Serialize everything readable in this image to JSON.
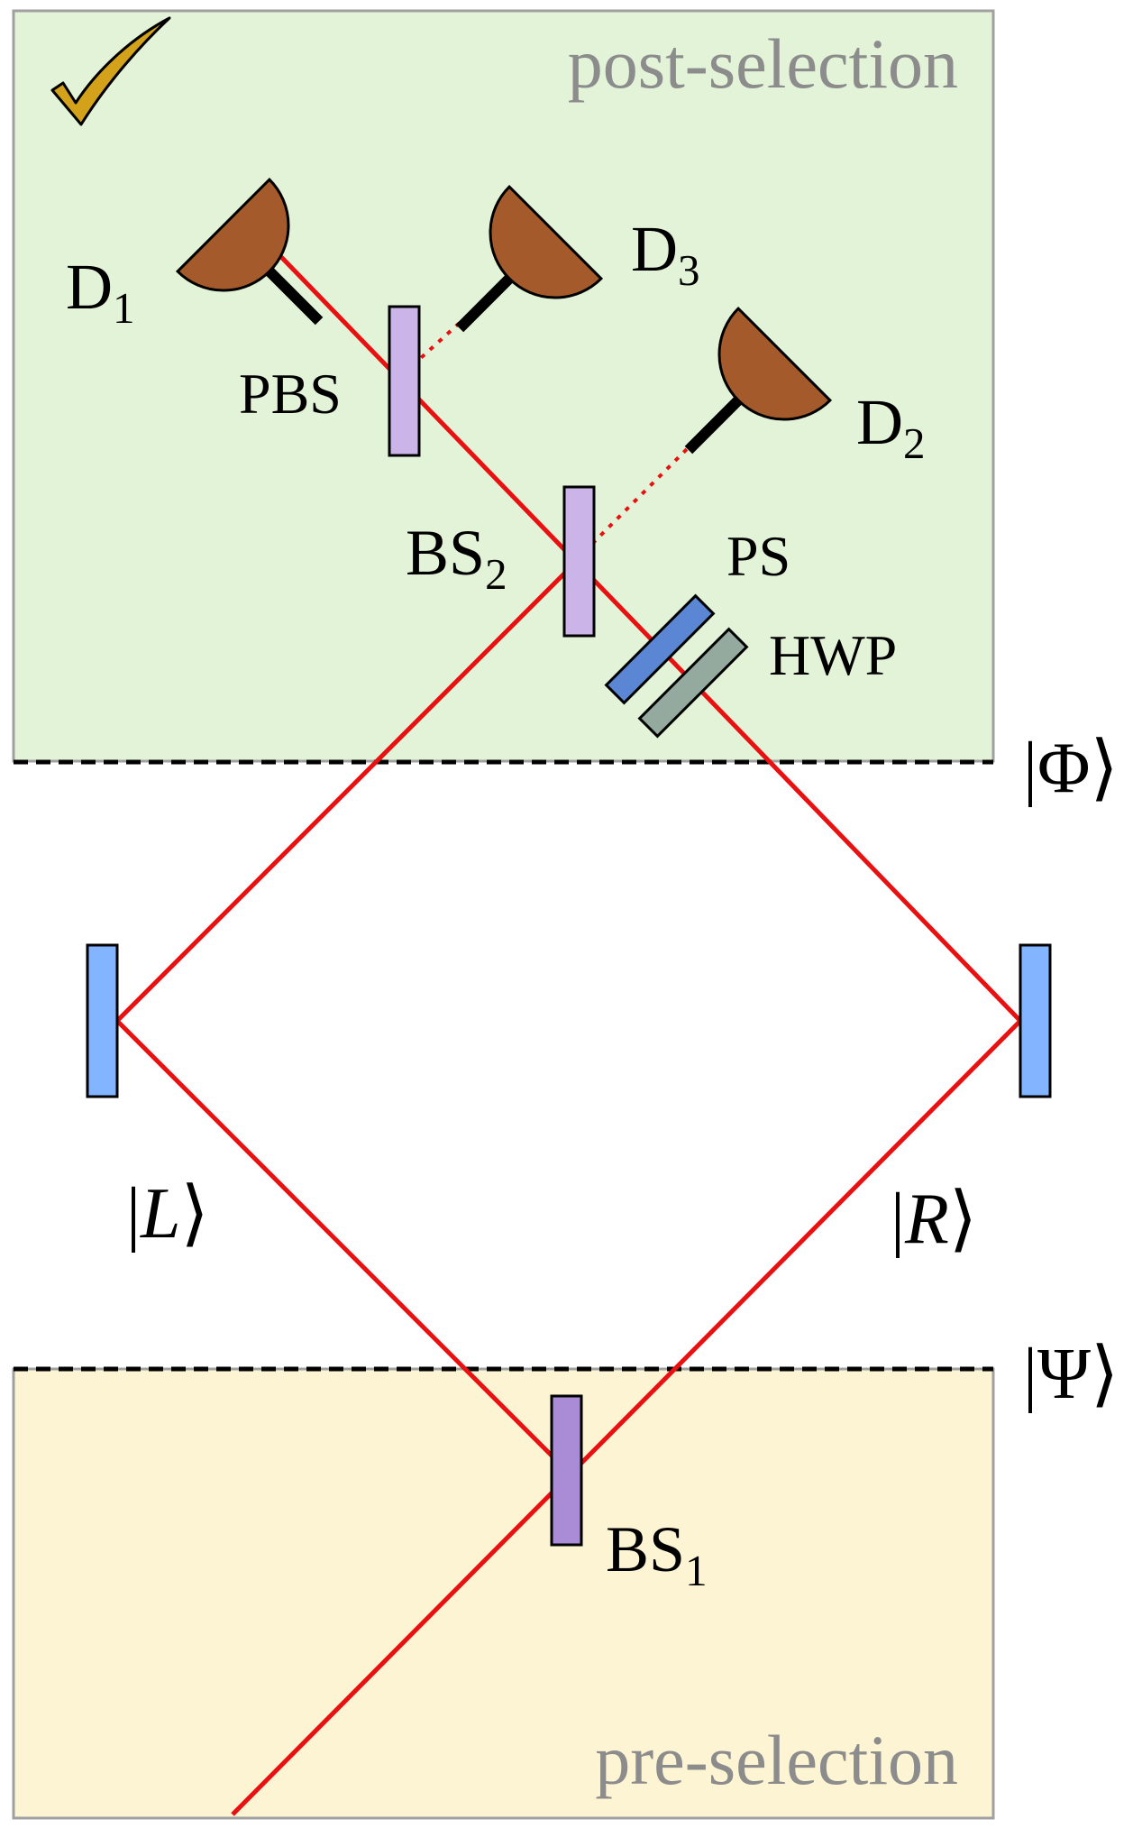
{
  "regions": {
    "post_selection": {
      "label": "post-selection",
      "color": "#e2f3d8"
    },
    "pre_selection": {
      "label": "pre-selection",
      "color": "#fdf4d4"
    }
  },
  "states": {
    "phi": {
      "bar": "|",
      "symbol": "Φ",
      "bracket": "⟩"
    },
    "psi": {
      "bar": "|",
      "symbol": "Ψ",
      "bracket": "⟩"
    },
    "left": {
      "bar": "|",
      "symbol": "L",
      "bracket": "⟩"
    },
    "right": {
      "bar": "|",
      "symbol": "R",
      "bracket": "⟩"
    }
  },
  "components": {
    "bs1": {
      "main": "BS",
      "sub": "1"
    },
    "bs2": {
      "main": "BS",
      "sub": "2"
    },
    "pbs": {
      "label": "PBS"
    },
    "ps": {
      "label": "PS"
    },
    "hwp": {
      "label": "HWP"
    }
  },
  "detectors": {
    "d1": {
      "main": "D",
      "sub": "1",
      "status_icon": "checkmark-icon"
    },
    "d2": {
      "main": "D",
      "sub": "2"
    },
    "d3": {
      "main": "D",
      "sub": "3"
    }
  },
  "colors": {
    "beam": "#e81010",
    "mirror": "#82b4ff",
    "beam_splitter": "#cbb4e8",
    "beam_splitter_1": "#a98bd6",
    "phase_shifter": "#5b86d4",
    "half_wave_plate": "#95aa9e",
    "detector": "#a45a2a",
    "checkmark": "#d4a21a",
    "dashed_line": "#000000",
    "region_border": "#a0a0a0"
  }
}
